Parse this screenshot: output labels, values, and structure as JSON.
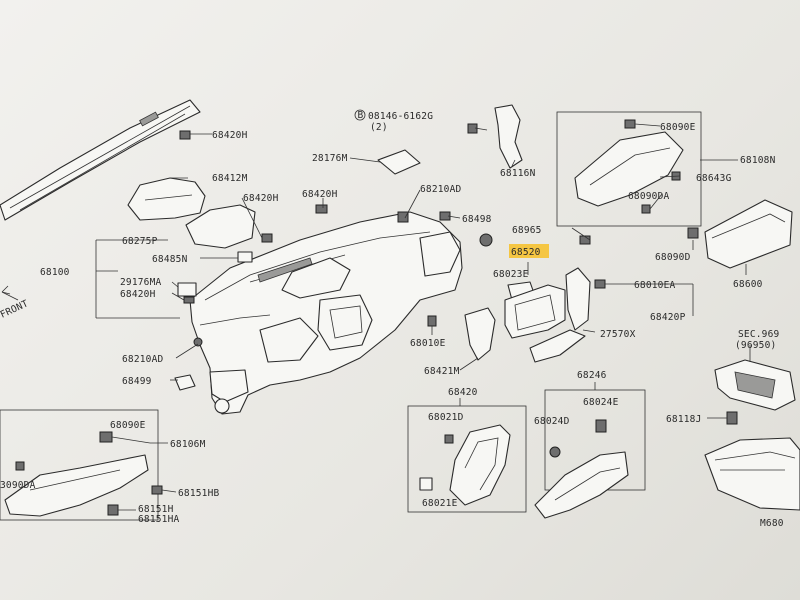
{
  "highlight_color": "#f5c43a",
  "labels": {
    "l68420H_a": "68420H",
    "l08146": "08146-6162G",
    "l08146_qty": "(2)",
    "l28176M": "28176M",
    "l68116N": "68116N",
    "l68090E_top": "68090E",
    "l68108N": "68108N",
    "l68643G": "68643G",
    "l68090DA_top": "68090DA",
    "l68090D": "68090D",
    "l68412M": "68412M",
    "l68420H_b": "68420H",
    "l68420H_c": "68420H",
    "l68210AD": "68210AD",
    "l68498": "68498",
    "l68965": "68965",
    "l68520": "68520",
    "l68275P": "68275P",
    "l68100": "68100",
    "l68485N": "68485N",
    "l29176MA": "29176MA",
    "l68420H_d": "68420H",
    "l68023E": "68023E",
    "l68010EA": "68010EA",
    "l68420P": "68420P",
    "l68600": "68600",
    "l27570X": "27570X",
    "l68010E": "68010E",
    "l68421M": "68421M",
    "l68210AD_b": "68210AD",
    "l68499": "68499",
    "front": "FRONT",
    "l68420": "68420",
    "l68246": "68246",
    "l68021D": "68021D",
    "l68024E": "68024E",
    "l68024D": "68024D",
    "l68021E": "68021E",
    "l68090E_bot": "68090E",
    "l68106M": "68106M",
    "l68090DA_bot": "3090DA",
    "l68151HB": "68151HB",
    "l68151H": "68151H",
    "l68151HA": "68151HA",
    "lSEC": "SEC.969",
    "lSEC2": "(96950)",
    "l68118J": "68118J",
    "lM680": "M680"
  }
}
